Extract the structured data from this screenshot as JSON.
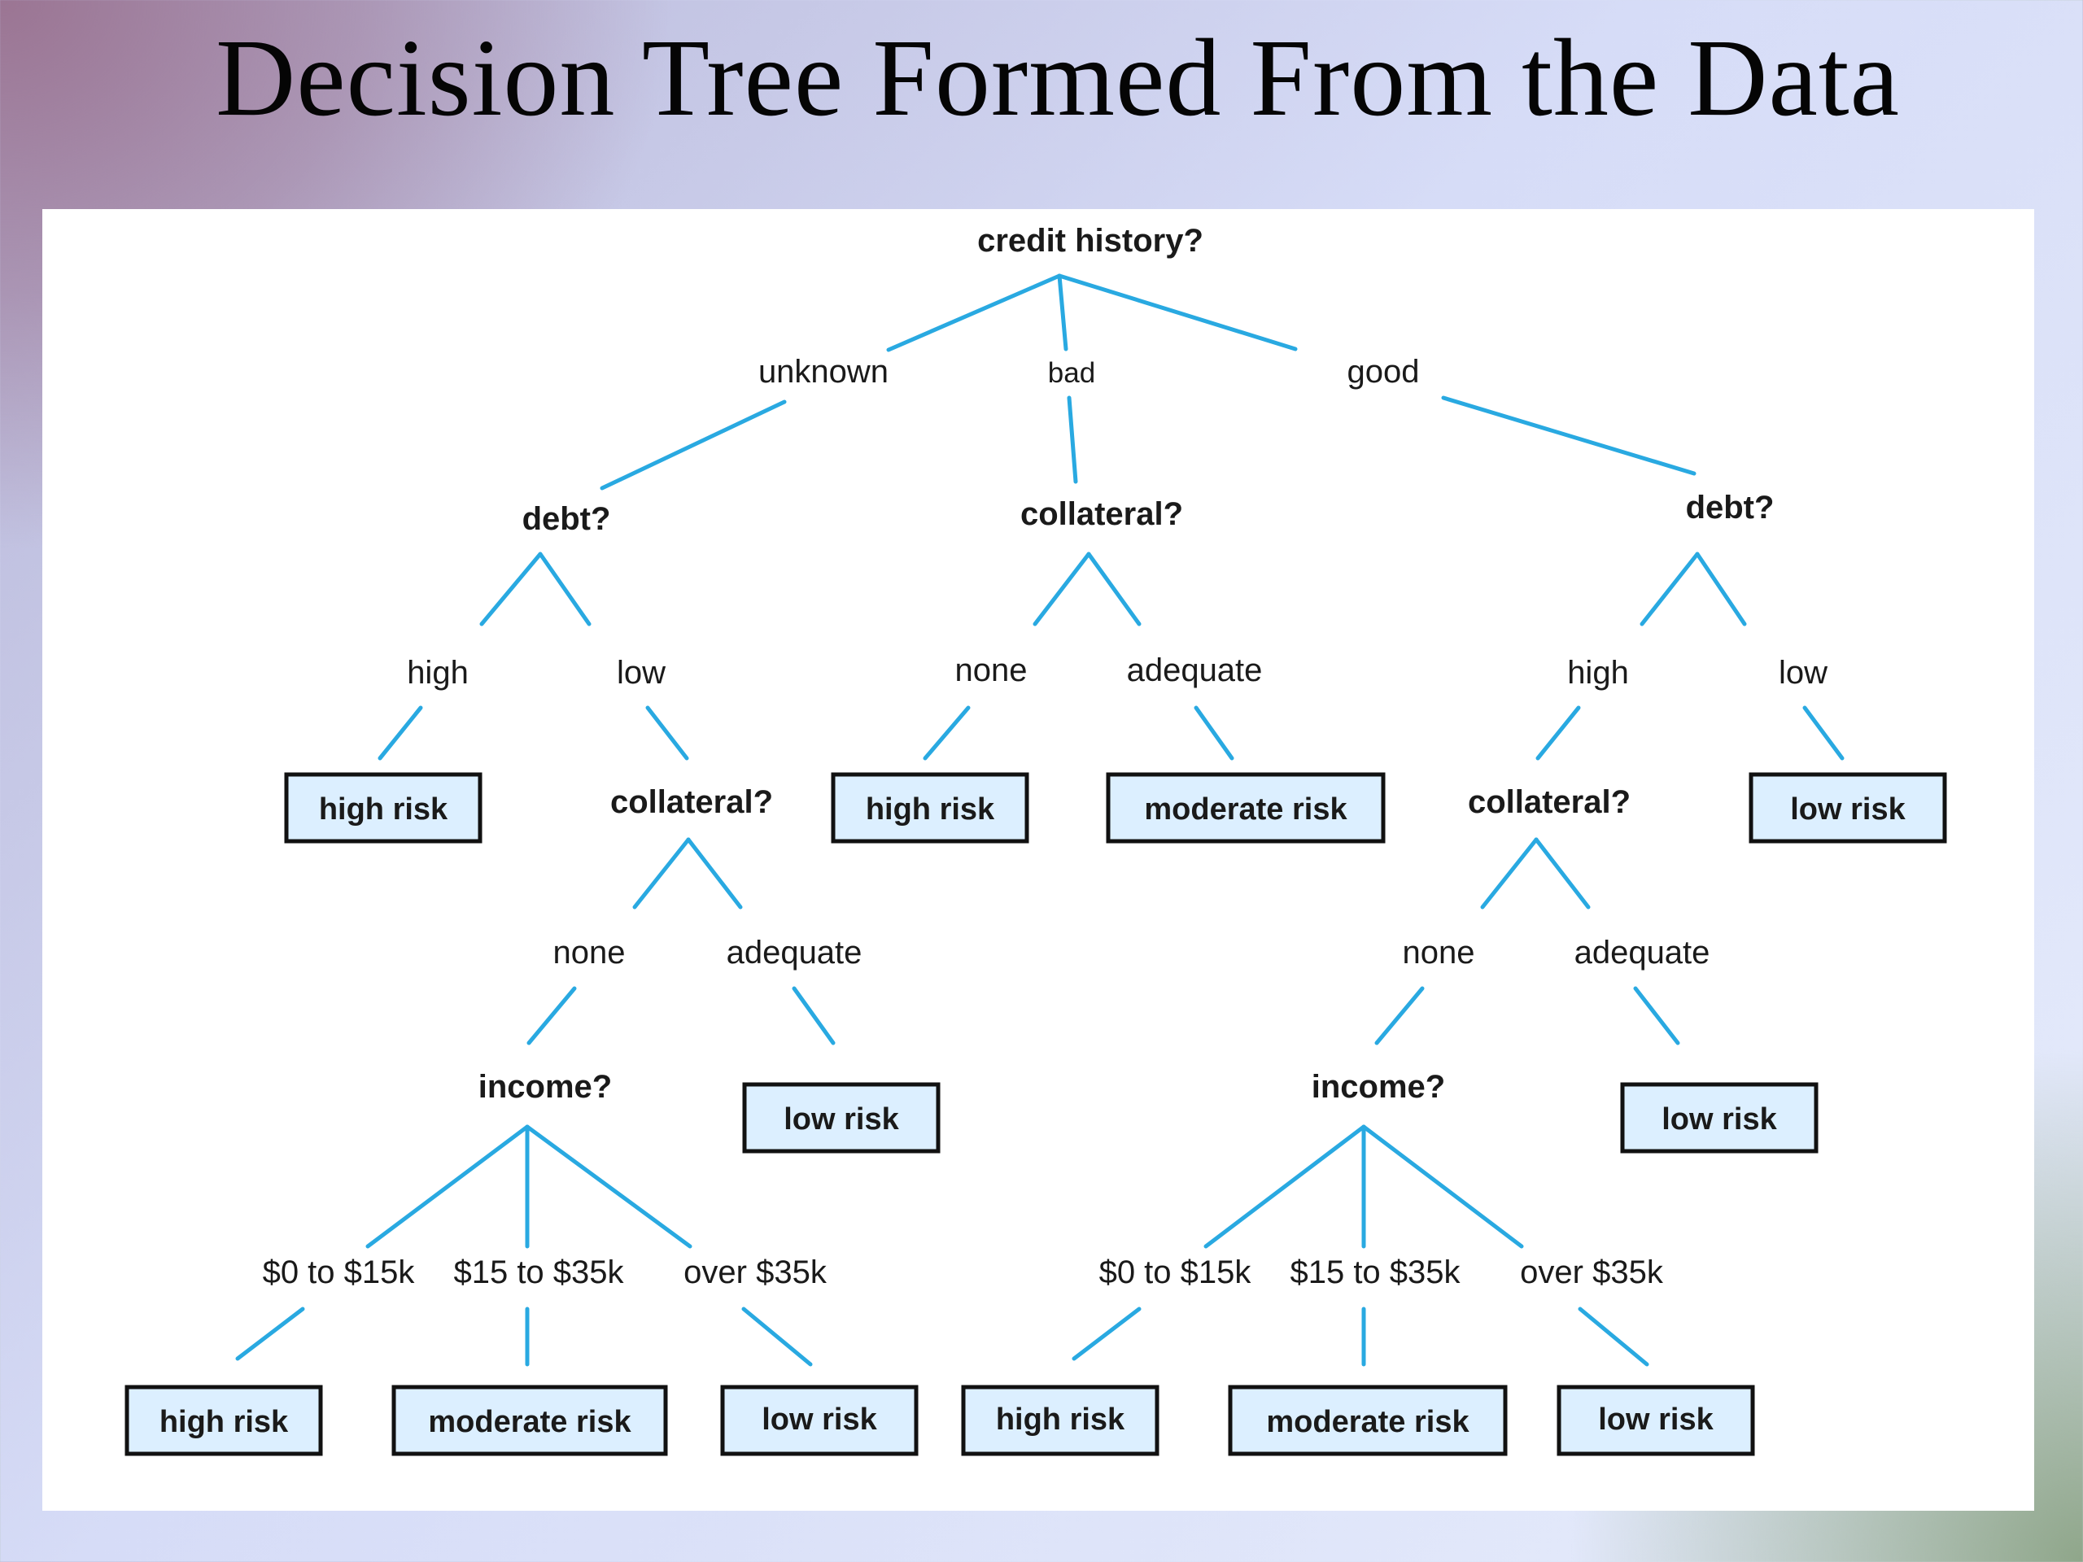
{
  "slide": {
    "title": "Decision Tree Formed From the Data"
  },
  "tree": {
    "questions": {
      "root": "credit history?",
      "debt_unknown": "debt?",
      "collateral_bad": "collateral?",
      "debt_good": "debt?",
      "collateral_unknown_low": "collateral?",
      "collateral_good_high": "collateral?",
      "income_left": "income?",
      "income_right": "income?"
    },
    "branches": {
      "unknown": "unknown",
      "bad": "bad",
      "good": "good",
      "high_1": "high",
      "low_1": "low",
      "none_1": "none",
      "adequate_1": "adequate",
      "high_2": "high",
      "low_2": "low",
      "none_2": "none",
      "adequate_2": "adequate",
      "none_3": "none",
      "adequate_3": "adequate",
      "inc_l_1": "$0 to $15k",
      "inc_l_2": "$15 to $35k",
      "inc_l_3": "over $35k",
      "inc_r_1": "$0 to $15k",
      "inc_r_2": "$15 to $35k",
      "inc_r_3": "over $35k"
    },
    "leaves": {
      "l1": "high risk",
      "l2": "high risk",
      "l3": "moderate risk",
      "l4": "low risk",
      "l5": "low risk",
      "l6": "low risk",
      "l7": "high risk",
      "l8": "moderate risk",
      "l9": "low risk",
      "l10": "high risk",
      "l11": "moderate risk",
      "l12": "low risk"
    },
    "colors": {
      "edge": "#29a9e1",
      "leaf_fill": "#dcefff",
      "leaf_border": "#111111"
    }
  }
}
